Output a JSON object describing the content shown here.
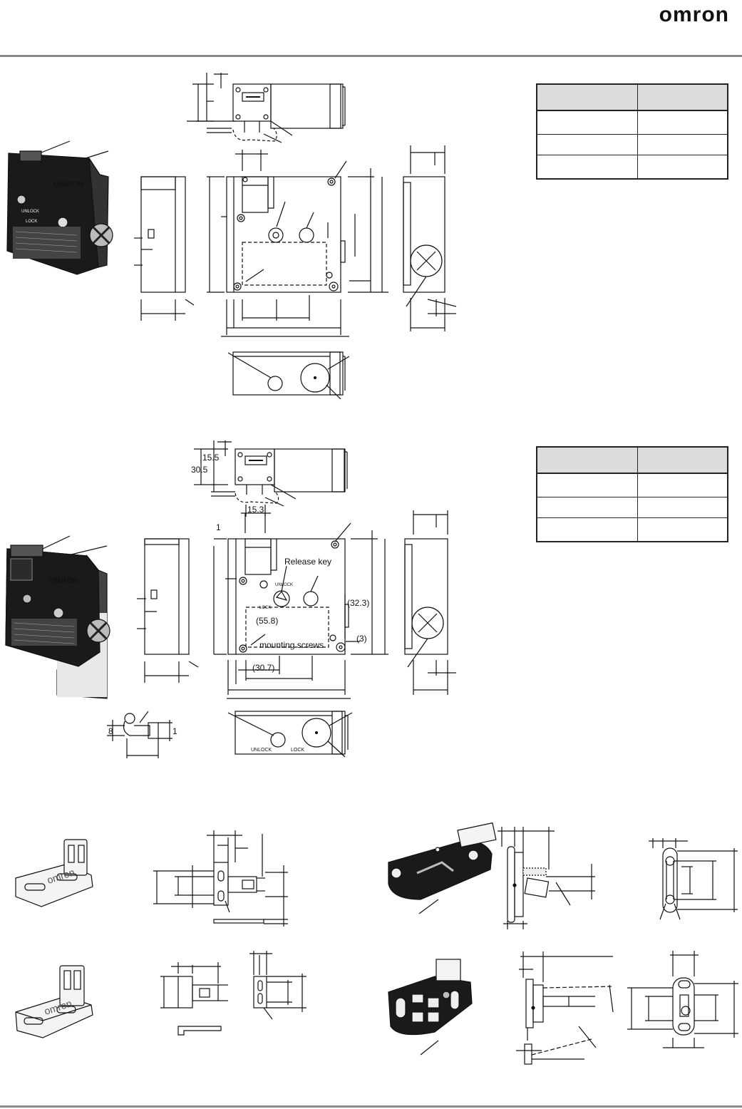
{
  "brand": {
    "logo_text": "omron"
  },
  "labels": {
    "d15_5": "15.5",
    "d30_5": "30.5",
    "d15_3": "15.3",
    "d1_left": "1",
    "release_key": "Release key",
    "d32_3": "(32.3)",
    "d55_8": "(55.8)",
    "d3": "(3)",
    "mounting_screws": "mounting screws",
    "d30_7": "(30.7)",
    "d8": "8",
    "d1_key": "1",
    "unlock_mark": "UNLOCK",
    "lock_mark": "LOCK",
    "unlock_small": "UNLOCK",
    "lock_small": "LOCK",
    "dial_unlock": "UNLOCK",
    "dial_lock": "LOCK",
    "photo_brand": "OMRON",
    "key_brand": "omron"
  },
  "colors": {
    "rule": "#8a8a8a",
    "table_head": "#dcdcdc",
    "ink": "#111111"
  }
}
